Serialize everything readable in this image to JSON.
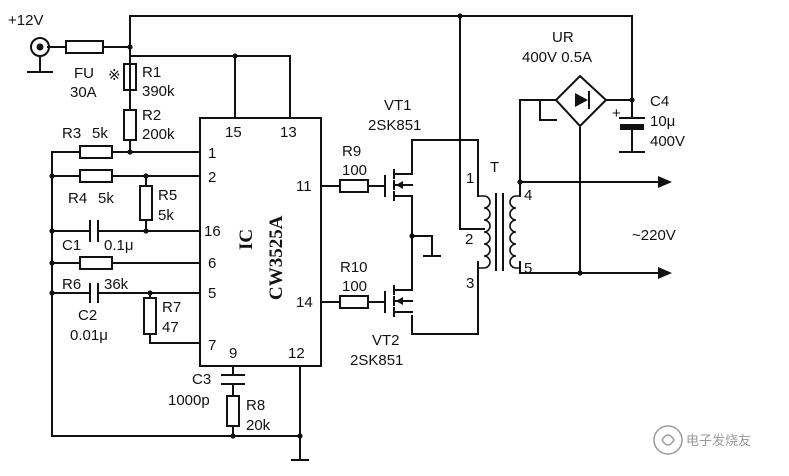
{
  "supply": {
    "label": "+12V"
  },
  "fuse": {
    "name": "FU",
    "value": "30A"
  },
  "mark": "※",
  "r1": {
    "name": "R1",
    "value": "390k"
  },
  "r2": {
    "name": "R2",
    "value": "200k"
  },
  "r3": {
    "name": "R3",
    "value": "5k"
  },
  "r4": {
    "name": "R4",
    "value": "5k"
  },
  "r5": {
    "name": "R5",
    "value": "5k"
  },
  "c1": {
    "name": "C1",
    "value": "0.1μ"
  },
  "r6": {
    "name": "R6",
    "value": "36k"
  },
  "c2": {
    "name": "C2",
    "value": "0.01μ"
  },
  "r7": {
    "name": "R7",
    "value": "47"
  },
  "c3": {
    "name": "C3",
    "value": "1000p"
  },
  "r8": {
    "name": "R8",
    "value": "20k"
  },
  "ic": {
    "name": "IC",
    "part": "CW3525A",
    "pins": {
      "p1": "1",
      "p2": "2",
      "p16": "16",
      "p6": "6",
      "p5": "5",
      "p7": "7",
      "p9": "9",
      "p12": "12",
      "p15": "15",
      "p13": "13",
      "p11": "11",
      "p14": "14"
    }
  },
  "r9": {
    "name": "R9",
    "value": "100"
  },
  "r10": {
    "name": "R10",
    "value": "100"
  },
  "vt1": {
    "name": "VT1",
    "part": "2SK851"
  },
  "vt2": {
    "name": "VT2",
    "part": "2SK851"
  },
  "transformer": {
    "name": "T",
    "pins": {
      "p1": "1",
      "p2": "2",
      "p3": "3",
      "p4": "4",
      "p5": "5"
    }
  },
  "rectifier": {
    "name": "UR",
    "rating": "400V 0.5A"
  },
  "c4": {
    "name": "C4",
    "value": "10μ",
    "voltage": "400V"
  },
  "output": {
    "label": "~220V"
  },
  "watermark": "电子发烧友"
}
